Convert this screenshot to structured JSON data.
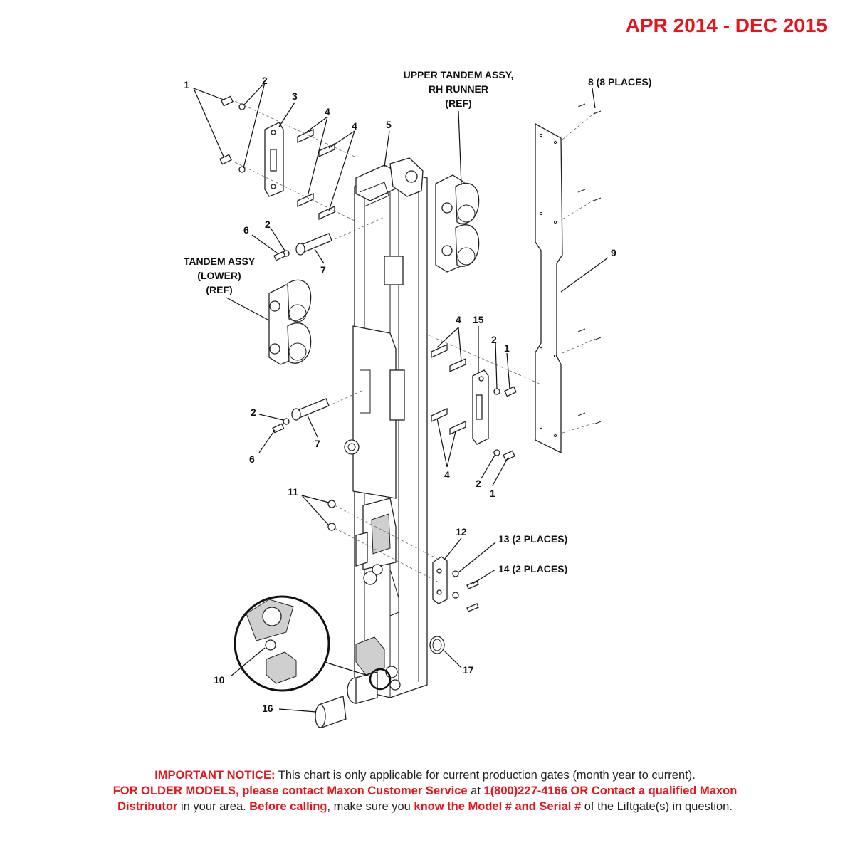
{
  "header": {
    "date_range": "APR 2014 - DEC 2015"
  },
  "labels": {
    "upper_tandem": [
      "UPPER TANDEM ASSY,",
      "RH RUNNER",
      "(REF)"
    ],
    "lower_tandem": [
      "TANDEM ASSY",
      "(LOWER)",
      "(REF)"
    ],
    "item8": "8 (8 PLACES)",
    "item13": "13 (2 PLACES)",
    "item14": "14 (2 PLACES)"
  },
  "callouts": [
    "1",
    "2",
    "3",
    "4",
    "5",
    "6",
    "7",
    "9",
    "10",
    "11",
    "12",
    "15",
    "16",
    "17"
  ],
  "notice": {
    "line1_bold": "IMPORTANT NOTICE:",
    "line1_text": " This chart is only applicable for current production gates (month year to current).",
    "line2_bold_a": "FOR OLDER MODELS, please contact Maxon Customer Service",
    "line2_text_a": " at ",
    "line2_bold_b": "1(800)227-4166 OR Contact a qualified Maxon",
    "line3_bold_a": "Distributor",
    "line3_text_a": " in your area. ",
    "line3_bold_b": "Before calling",
    "line3_text_b": ", make sure you ",
    "line3_bold_c": "know the Model # and Serial #",
    "line3_text_c": " of the Liftgate(s) in question."
  },
  "colors": {
    "accent_red": "#e8141c",
    "ink": "#222222"
  }
}
